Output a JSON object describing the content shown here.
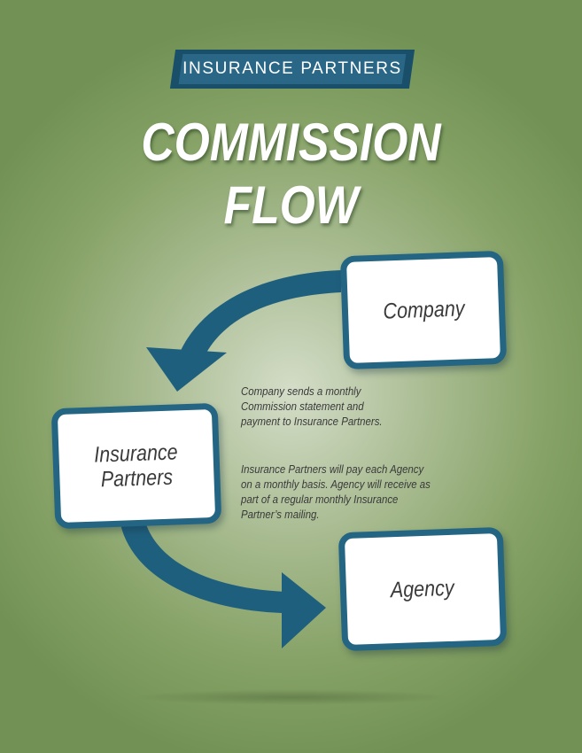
{
  "banner": {
    "label": "INSURANCE PARTNERS"
  },
  "title": {
    "line1": "COMMISSION",
    "line2": "FLOW"
  },
  "nodes": {
    "company": "Company",
    "partners_line1": "Insurance",
    "partners_line2": "Partners",
    "agency": "Agency"
  },
  "descriptions": {
    "first": "Company sends a monthly Commission statement and payment to Insurance Partners.",
    "second": "Insurance Partners will pay each Agency on a monthly basis. Agency will receive as part of a regular monthly Insurance Partner’s mailing."
  },
  "colors": {
    "background": "#7f9d62",
    "accent": "#236582",
    "banner": "#1a4f6a",
    "title_text": "#ffffff",
    "body_text": "#3a3a3a"
  }
}
